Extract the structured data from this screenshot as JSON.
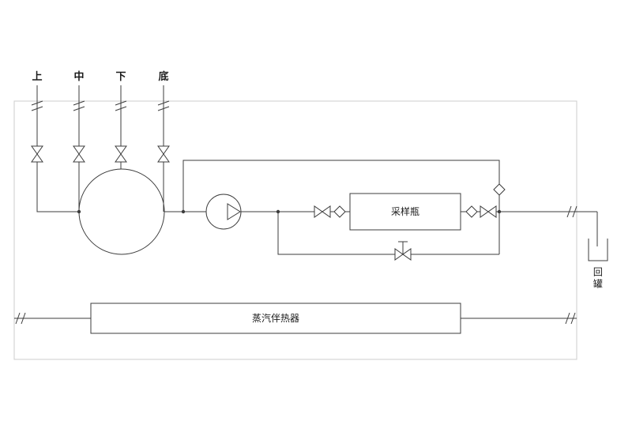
{
  "diagram": {
    "type": "piping-sampling-system",
    "nozzle_labels": [
      {
        "label": "上"
      },
      {
        "label": "中"
      },
      {
        "label": "下"
      },
      {
        "label": "底"
      }
    ],
    "equipment": {
      "sample_bottle_label": "采样瓶",
      "steam_heater_label": "蒸汽伴热器",
      "return_tank_label": "回罐"
    },
    "colors": {
      "line": "#3c3c3c",
      "boundary": "#cccccc",
      "background": "#ffffff",
      "text": "#1a1a1a"
    }
  }
}
